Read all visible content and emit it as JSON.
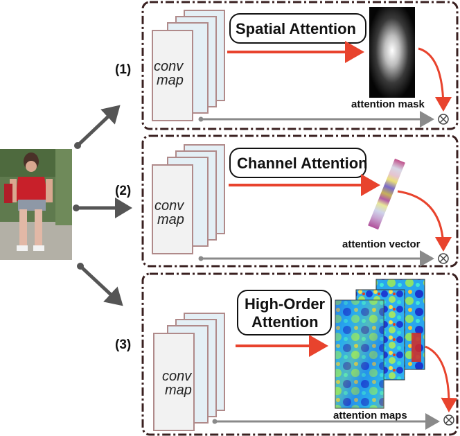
{
  "branches": [
    {
      "number": "(1)",
      "title": "Spatial Attention",
      "conv_line1": "conv",
      "conv_line2": "map",
      "output_caption": "attention mask"
    },
    {
      "number": "(2)",
      "title": "Channel Attention",
      "conv_line1": "conv",
      "conv_line2": "map",
      "output_caption": "attention vector"
    },
    {
      "number": "(3)",
      "title_line1": "High-Order",
      "title_line2": "Attention",
      "conv_line1": "conv",
      "conv_line2": "map",
      "output_caption": "attention maps"
    }
  ],
  "colors": {
    "frame_border": "#3a2020",
    "red_arrow": "#e8432d",
    "gray_arrow": "#8a8a8a",
    "dark_arrow": "#555555",
    "conv_stroke": "#b08a8a",
    "conv_front_fill": "#f2f2f2",
    "conv_back_fill": "#e4eff5"
  },
  "icons": {
    "multiply": "otimes-icon",
    "input_image": "pedestrian-photo"
  }
}
